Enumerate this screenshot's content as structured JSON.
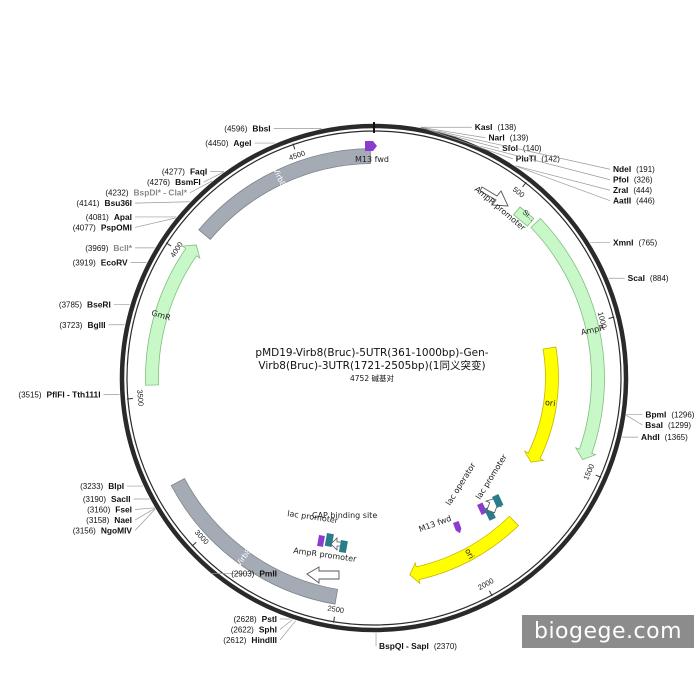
{
  "map": {
    "title_line1": "pMD19-Virb8(Bruc)-5UTR(361-1000bp)-Gen-",
    "title_line2": "Virb8(Bruc)-3UTR(1721-2505bp)(1同义突变)",
    "length_text": "4752 碱基对",
    "total_bp": 4752
  },
  "ticks": [
    {
      "bp": 500,
      "label": "500"
    },
    {
      "bp": 1000,
      "label": "1000"
    },
    {
      "bp": 1500,
      "label": "1500"
    },
    {
      "bp": 2000,
      "label": "2000"
    },
    {
      "bp": 2500,
      "label": "2500"
    },
    {
      "bp": 3000,
      "label": "3000"
    },
    {
      "bp": 3500,
      "label": "3500"
    },
    {
      "bp": 4000,
      "label": "4000"
    },
    {
      "bp": 4500,
      "label": "4500"
    }
  ],
  "sites": [
    {
      "name": "KasI",
      "pos": "(138)",
      "bp": 138,
      "side": "right",
      "gray": false
    },
    {
      "name": "NarI",
      "pos": "(139)",
      "bp": 139,
      "side": "right",
      "gray": false
    },
    {
      "name": "SfoI",
      "pos": "(140)",
      "bp": 140,
      "side": "right",
      "gray": false
    },
    {
      "name": "PluTI",
      "pos": "(142)",
      "bp": 142,
      "side": "right",
      "gray": false
    },
    {
      "name": "NdeI",
      "pos": "(191)",
      "bp": 191,
      "side": "right",
      "gray": false
    },
    {
      "name": "PfoI",
      "pos": "(326)",
      "bp": 326,
      "side": "right",
      "gray": false
    },
    {
      "name": "ZraI",
      "pos": "(444)",
      "bp": 444,
      "side": "right",
      "gray": false
    },
    {
      "name": "AatII",
      "pos": "(446)",
      "bp": 446,
      "side": "right",
      "gray": false
    },
    {
      "name": "XmnI",
      "pos": "(765)",
      "bp": 765,
      "side": "right",
      "gray": false
    },
    {
      "name": "ScaI",
      "pos": "(884)",
      "bp": 884,
      "side": "right",
      "gray": false
    },
    {
      "name": "BpmI",
      "pos": "(1296)",
      "bp": 1296,
      "side": "right",
      "gray": false
    },
    {
      "name": "BsaI",
      "pos": "(1299)",
      "bp": 1299,
      "side": "right",
      "gray": false
    },
    {
      "name": "AhdI",
      "pos": "(1365)",
      "bp": 1365,
      "side": "right",
      "gray": false
    },
    {
      "name": "BspQI - SapI",
      "pos": "(2370)",
      "bp": 2370,
      "side": "right",
      "gray": false
    },
    {
      "name": "HindIII",
      "pos": "(2612)",
      "bp": 2612,
      "side": "left",
      "gray": false
    },
    {
      "name": "SphI",
      "pos": "(2622)",
      "bp": 2622,
      "side": "left",
      "gray": false
    },
    {
      "name": "PstI",
      "pos": "(2628)",
      "bp": 2628,
      "side": "left",
      "gray": false
    },
    {
      "name": "PmlI",
      "pos": "(2903)",
      "bp": 2903,
      "side": "left",
      "gray": false
    },
    {
      "name": "NgoMIV",
      "pos": "(3156)",
      "bp": 3156,
      "side": "left",
      "gray": false
    },
    {
      "name": "NaeI",
      "pos": "(3158)",
      "bp": 3158,
      "side": "left",
      "gray": false
    },
    {
      "name": "FseI",
      "pos": "(3160)",
      "bp": 3160,
      "side": "left",
      "gray": false
    },
    {
      "name": "SacII",
      "pos": "(3190)",
      "bp": 3190,
      "side": "left",
      "gray": false
    },
    {
      "name": "BlpI",
      "pos": "(3233)",
      "bp": 3233,
      "side": "left",
      "gray": false
    },
    {
      "name": "PflFI - Tth111I",
      "pos": "(3515)",
      "bp": 3515,
      "side": "left",
      "gray": false
    },
    {
      "name": "BglII",
      "pos": "(3723)",
      "bp": 3723,
      "side": "left",
      "gray": false
    },
    {
      "name": "BseRI",
      "pos": "(3785)",
      "bp": 3785,
      "side": "left",
      "gray": false
    },
    {
      "name": "EcoRV",
      "pos": "(3919)",
      "bp": 3919,
      "side": "left",
      "gray": false
    },
    {
      "name": "BclI*",
      "pos": "(3969)",
      "bp": 3969,
      "side": "left",
      "gray": true
    },
    {
      "name": "PspOMI",
      "pos": "(4077)",
      "bp": 4077,
      "side": "left",
      "gray": false
    },
    {
      "name": "ApaI",
      "pos": "(4081)",
      "bp": 4081,
      "side": "left",
      "gray": false
    },
    {
      "name": "Bsu36I",
      "pos": "(4141)",
      "bp": 4141,
      "side": "left",
      "gray": false
    },
    {
      "name": "BspDI* - ClaI*",
      "pos": "(4232)",
      "bp": 4232,
      "side": "left",
      "gray": true
    },
    {
      "name": "BsmFI",
      "pos": "(4276)",
      "bp": 4276,
      "side": "left",
      "gray": false
    },
    {
      "name": "FaqI",
      "pos": "(4277)",
      "bp": 4277,
      "side": "left",
      "gray": false
    },
    {
      "name": "AgeI",
      "pos": "(4450)",
      "bp": 4450,
      "side": "left",
      "gray": false
    },
    {
      "name": "BbsI",
      "pos": "(4596)",
      "bp": 4596,
      "side": "left",
      "gray": false
    }
  ],
  "features": [
    {
      "id": "virb8-top",
      "label": "Virb8 ",
      "start": 4095,
      "end": 4740,
      "type": "gray-bar",
      "direction": "none",
      "color": "#a4abb5"
    },
    {
      "id": "virb8-bottom",
      "label": "Virb8 ",
      "start": 2505,
      "end": 3195,
      "type": "gray-bar",
      "direction": "none",
      "color": "#a4abb5"
    },
    {
      "id": "gmr",
      "label": "GmR",
      "start": 3540,
      "end": 4050,
      "type": "arrow",
      "direction": "cw",
      "color": "#c8f7c8"
    },
    {
      "id": "ampr",
      "label": "AmpR",
      "start": 610,
      "end": 1470,
      "type": "arrow",
      "direction": "cw",
      "color": "#c8f7c8"
    },
    {
      "id": "ori-inner",
      "label": "ori",
      "start": 1060,
      "end": 1560,
      "type": "arrow",
      "direction": "cw",
      "color": "#ffff00"
    },
    {
      "id": "ori-outer",
      "label": "ori",
      "start": 1790,
      "end": 2240,
      "type": "arrow",
      "direction": "cw",
      "color": "#ffff00"
    }
  ],
  "labels": {
    "m13_fwd_top": "M13 fwd",
    "ampr_promoter_top": "AmpR promoter",
    "si_label": "Si...",
    "lac_operator": "lac operator",
    "lac_promoter_right": "lac promoter",
    "m13_fwd_bottom": "M13 fwd",
    "cap_binding_site": "CAP binding site",
    "lac_promoter_left": "lac promoter",
    "ampr_promoter_bottom": "AmpR promoter"
  },
  "colors": {
    "backbone": "#2a2a2a",
    "gray_bar": "#a4abb5",
    "green": "#c8f7c8",
    "yellow": "#ffff00",
    "purple": "#8a3ccf",
    "teal": "#2b7c8a"
  },
  "watermark": "biogege.com"
}
